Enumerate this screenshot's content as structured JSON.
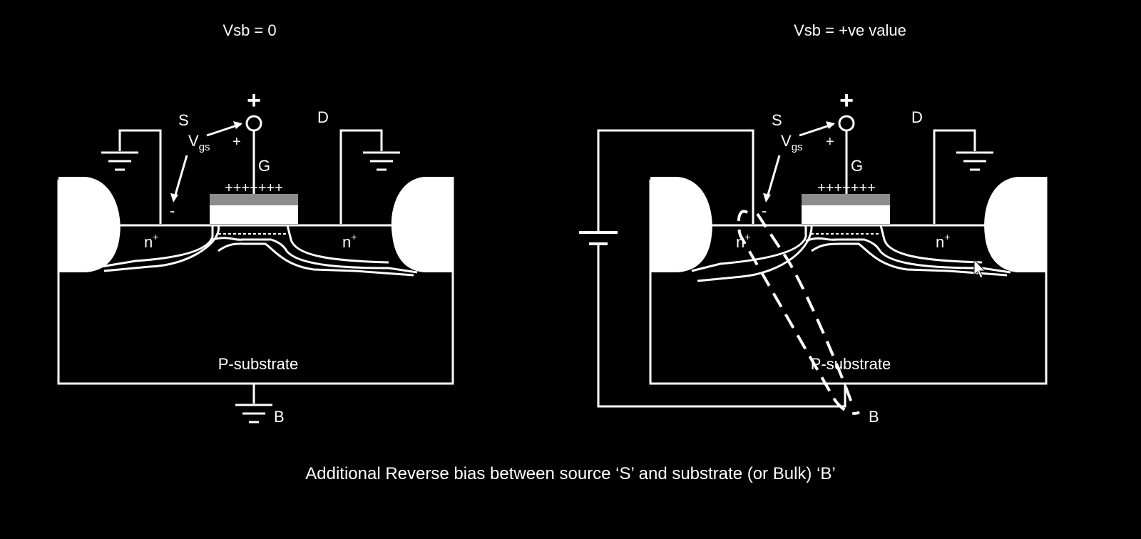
{
  "panels": [
    {
      "title": "Vsb = 0",
      "source": "S",
      "drain": "D",
      "gate": "G",
      "gate_plus": "+",
      "vgs_main": "V",
      "vgs_sub": "gs",
      "vgs_plus": "+",
      "vgs_minus": "-",
      "gate_charges": "+++++++",
      "n_left": "n",
      "n_right": "n",
      "n_sup": "+",
      "substrate": "P-substrate",
      "bulk": "B"
    },
    {
      "title": "Vsb = +ve value",
      "source": "S",
      "drain": "D",
      "gate": "G",
      "gate_plus": "+",
      "vgs_main": "V",
      "vgs_sub": "gs",
      "vgs_plus": "+",
      "vgs_minus": "-",
      "gate_charges": "+++++++",
      "n_left": "n",
      "n_right": "n",
      "n_sup": "+",
      "substrate": "P-substrate",
      "bulk": "B"
    }
  ],
  "caption": "Additional Reverse bias between source ‘S’ and substrate (or Bulk) ‘B’",
  "colors": {
    "background": "#000000",
    "line": "#ffffff",
    "gate_metal": "#8c8c8c"
  }
}
